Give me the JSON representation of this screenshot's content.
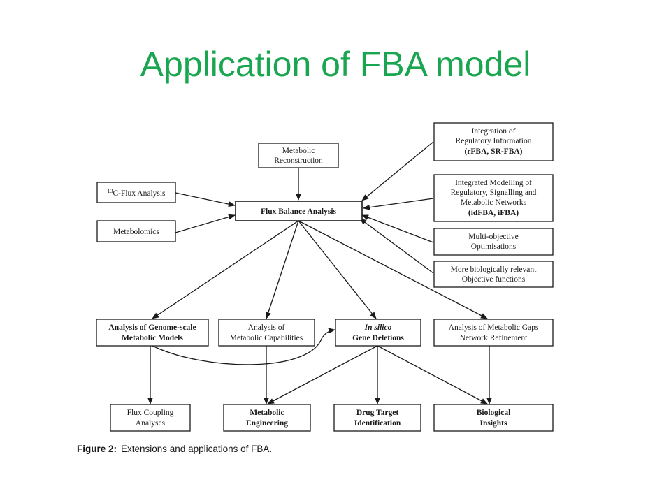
{
  "slide": {
    "title": "Application of FBA model",
    "title_color": "#1aa550"
  },
  "diagram": {
    "center": "Flux Balance Analysis",
    "inputs": {
      "metabolic_reconstruction": [
        "Metabolic",
        "Reconstruction"
      ],
      "c13_flux_sup": "13",
      "c13_flux": "C-Flux Analysis",
      "metabolomics": "Metabolomics"
    },
    "extensions": {
      "regulatory": [
        "Integration of",
        "Regulatory Information",
        "(rFBA, SR-FBA)"
      ],
      "integrated": [
        "Integrated Modelling of",
        "Regulatory, Signalling and",
        "Metabolic Networks",
        "(idFBA, iFBA)"
      ],
      "multi_objective": [
        "Multi-objective",
        "Optimisations"
      ],
      "objective_functions": [
        "More biologically relevant",
        "Objective functions"
      ]
    },
    "applications": {
      "genome_scale": [
        "Analysis of Genome-scale",
        "Metabolic Models"
      ],
      "capabilities": [
        "Analysis of",
        "Metabolic Capabilities"
      ],
      "gene_deletions": [
        "In silico",
        "Gene Deletions"
      ],
      "gaps": [
        "Analysis of Metabolic Gaps",
        "Network Refinement"
      ]
    },
    "outcomes": {
      "flux_coupling": [
        "Flux Coupling",
        "Analyses"
      ],
      "metabolic_engineering": [
        "Metabolic",
        "Engineering"
      ],
      "drug_target": [
        "Drug Target",
        "Identification"
      ],
      "biological_insights": [
        "Biological",
        "Insights"
      ]
    }
  },
  "caption": {
    "label": "Figure 2:",
    "text": "Extensions and applications of FBA."
  }
}
